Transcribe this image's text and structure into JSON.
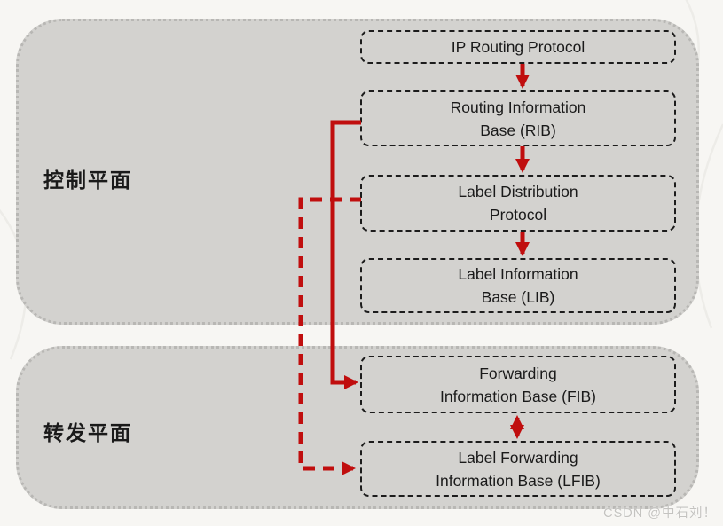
{
  "colors": {
    "page_bg": "#f7f6f3",
    "plane_fill": "#d3d2cf",
    "plane_border": "#b8b7b4",
    "node_border": "#1c1c1c",
    "text_color": "#1a1a1a",
    "accent_red": "#c00e0e",
    "watermark_color": "#c4c3c0"
  },
  "planes": [
    {
      "id": "control",
      "label": "控制平面"
    },
    {
      "id": "forwarding",
      "label": "转发平面"
    }
  ],
  "boxes": {
    "ip_routing": {
      "line1": "IP Routing Protocol",
      "line2": ""
    },
    "rib": {
      "line1": "Routing Information",
      "line2": "Base (RIB)"
    },
    "ldp": {
      "line1": "Label Distribution",
      "line2": "Protocol"
    },
    "lib": {
      "line1": "Label Information",
      "line2": "Base (LIB)"
    },
    "fib": {
      "line1": "Forwarding",
      "line2": "Information Base (FIB)"
    },
    "lfib": {
      "line1": "Label Forwarding",
      "line2": "Information Base (LFIB)"
    }
  },
  "connections": [
    {
      "from": "ip_routing",
      "to": "rib",
      "style": "solid",
      "arrow": "single"
    },
    {
      "from": "rib",
      "to": "ldp",
      "style": "solid",
      "arrow": "single"
    },
    {
      "from": "ldp",
      "to": "lib",
      "style": "solid",
      "arrow": "single"
    },
    {
      "from": "rib",
      "to": "fib",
      "style": "solid-elbow",
      "arrow": "single"
    },
    {
      "from": "ldp",
      "to": "lfib",
      "style": "dashed-elbow",
      "arrow": "single"
    },
    {
      "from": "fib",
      "to": "lfib",
      "style": "solid",
      "arrow": "double"
    }
  ],
  "watermark": "CSDN @中石刘！"
}
